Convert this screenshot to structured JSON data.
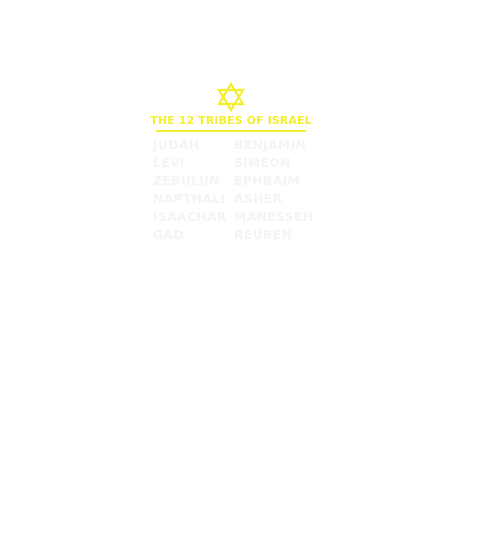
{
  "design": {
    "title": "THE 12 TRIBES OF ISRAEL",
    "icon": "star-of-david-icon",
    "accent_color": "#f5ee2e",
    "text_color": "#f4f4f4",
    "tribes_left": [
      "JUDAH",
      "LEVI",
      "ZEBULUN",
      "NAPTHALI",
      "ISAACHAR",
      "GAD"
    ],
    "tribes_right": [
      "BENJAMIN",
      "SIMEON",
      "EPHRAIM",
      "ASHER",
      "MANESSEH",
      "REUBEN"
    ]
  }
}
